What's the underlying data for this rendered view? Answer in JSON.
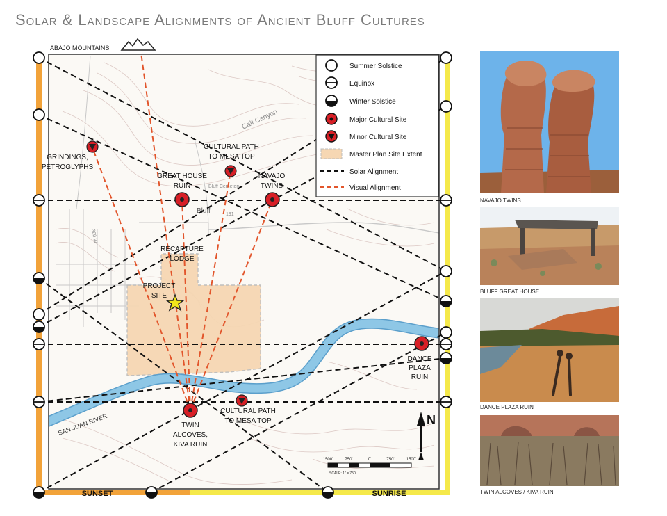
{
  "title": "Solar & Landscape Alignments of Ancient Bluff Cultures",
  "colors": {
    "sunset_bar": "#f2a33a",
    "sunrise_bar": "#f5e94a",
    "major_site": "#d71f26",
    "visual_line": "#e2552b",
    "solar_line": "#111111",
    "river": "#8ec7e6",
    "site_extent": "#f6d7b3"
  },
  "map": {
    "top_label": "ABAJO MOUNTAINS",
    "sunset_label": "SUNSET",
    "sunrise_label": "SUNRISE",
    "river_label": "SAN JUAN RIVER",
    "north_label": "N",
    "map_text": {
      "calf_canyon": "Calf Canyon",
      "bluff": "Bluff",
      "cemetery": "Bluff Cemetery",
      "road_380": "380 W",
      "road_191": "191"
    },
    "scale": {
      "ticks": [
        "1500'",
        "750'",
        "0'",
        "750'",
        "1500'"
      ],
      "note": "SCALE: 1\" = 750'"
    },
    "sites": {
      "grindings": [
        "GRINDINGS,",
        "PETROGLYPHS"
      ],
      "cultural_path_top": [
        "CULTURAL PATH",
        "TO MESA TOP"
      ],
      "great_house": [
        "GREAT HOUSE",
        "RUIN"
      ],
      "navajo_twins": [
        "NAVAJO",
        "TWINS"
      ],
      "recapture": [
        "RECAPTURE",
        "LODGE"
      ],
      "project": [
        "PROJECT",
        "SITE"
      ],
      "dance_plaza": [
        "DANCE",
        "PLAZA",
        "RUIN"
      ],
      "twin_alcoves": [
        "TWIN",
        "ALCOVES,",
        "KIVA RUIN"
      ],
      "cultural_path_bottom": [
        "CULTURAL PATH",
        "TO MESA TOP"
      ]
    }
  },
  "legend": [
    {
      "icon": "summer-solstice-icon",
      "label": "Summer Solstice"
    },
    {
      "icon": "equinox-icon",
      "label": "Equinox"
    },
    {
      "icon": "winter-solstice-icon",
      "label": "Winter Solstice"
    },
    {
      "icon": "major-cultural-site-icon",
      "label": "Major Cultural Site"
    },
    {
      "icon": "minor-cultural-site-icon",
      "label": "Minor Cultural Site"
    },
    {
      "icon": "site-extent-swatch",
      "label": "Master Plan Site Extent"
    },
    {
      "icon": "solar-alignment-line",
      "label": "Solar Alignment"
    },
    {
      "icon": "visual-alignment-line",
      "label": "Visual Alignment"
    }
  ],
  "photos": [
    {
      "caption": "NAVAJO TWINS"
    },
    {
      "caption": "BLUFF GREAT HOUSE"
    },
    {
      "caption": "DANCE PLAZA RUIN"
    },
    {
      "caption": "TWIN ALCOVES / KIVA RUIN"
    }
  ]
}
